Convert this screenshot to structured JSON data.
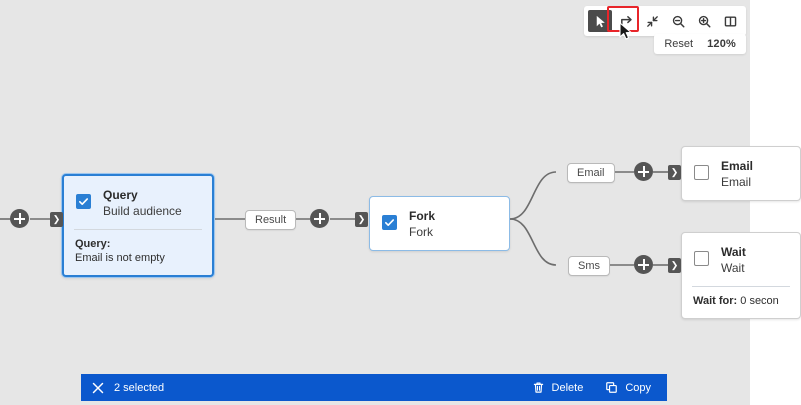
{
  "toolbar": {
    "buttons": [
      {
        "name": "select-tool",
        "icon": "cursor-pointer-icon",
        "active": true
      },
      {
        "name": "auto-layout-tool",
        "icon": "arrow-corner-icon",
        "active": false
      },
      {
        "name": "fit-to-screen-tool",
        "icon": "collapse-arrows-icon",
        "active": false
      },
      {
        "name": "zoom-out-tool",
        "icon": "zoom-out-icon",
        "active": false
      },
      {
        "name": "zoom-in-tool",
        "icon": "zoom-in-icon",
        "active": false
      },
      {
        "name": "toggle-panel-tool",
        "icon": "split-panel-icon",
        "active": false
      }
    ]
  },
  "zoom_controls": {
    "reset_label": "Reset",
    "zoom_level": "120%"
  },
  "canvas": {
    "background_color": "#e6e6e6",
    "accent_color": "#2a7fd4",
    "nodes": [
      {
        "id": "query",
        "title": "Query",
        "subtitle": "Build audience",
        "checked": true,
        "selected": true,
        "detail_key": "Query:",
        "detail_value": "Email is not empty"
      },
      {
        "id": "fork",
        "title": "Fork",
        "subtitle": "Fork",
        "checked": true,
        "selected": false
      },
      {
        "id": "email",
        "title": "Email",
        "subtitle": "Email",
        "checked": false,
        "selected": false
      },
      {
        "id": "wait",
        "title": "Wait",
        "subtitle": "Wait",
        "checked": false,
        "selected": false,
        "detail_key": "Wait for:",
        "detail_value": "0 secon"
      }
    ],
    "edge_labels": [
      {
        "id": "result",
        "text": "Result"
      },
      {
        "id": "email-branch",
        "text": "Email"
      },
      {
        "id": "sms-branch",
        "text": "Sms"
      }
    ]
  },
  "action_bar": {
    "selection_text": "2 selected",
    "close_icon": "close-icon",
    "actions": [
      {
        "name": "delete-action",
        "label": "Delete",
        "icon": "trash-icon"
      },
      {
        "name": "copy-action",
        "label": "Copy",
        "icon": "copy-icon"
      }
    ],
    "background_color": "#0b58cd"
  }
}
